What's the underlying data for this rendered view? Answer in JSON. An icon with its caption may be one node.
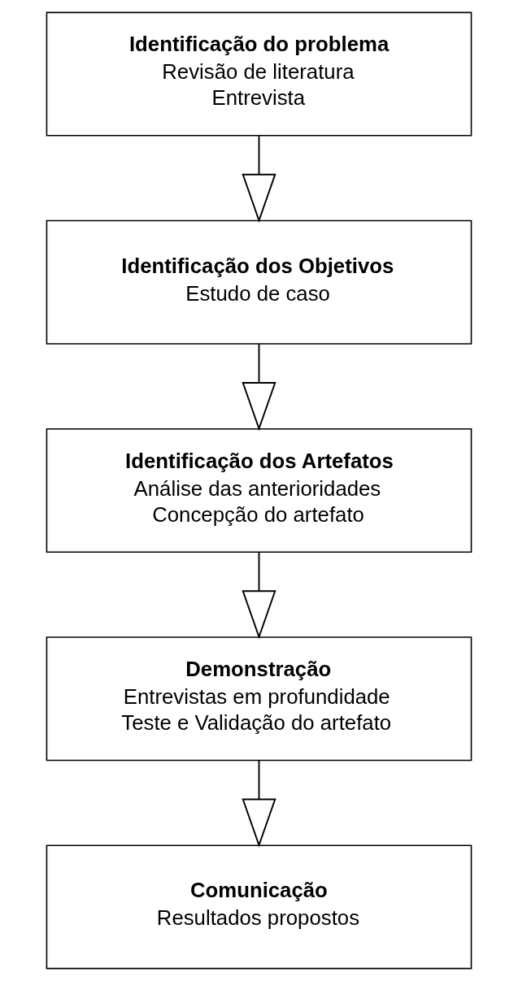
{
  "diagram": {
    "nodes": [
      {
        "text": [
          "Identificação do problema",
          "Revisão de literatura",
          "Entrevista"
        ]
      },
      {
        "text": [
          "Identificação dos Objetivos",
          "Estudo de caso"
        ]
      },
      {
        "text": [
          "Identificação dos Artefatos",
          "Análise das anterioridades",
          "Concepção do artefato"
        ]
      },
      {
        "text": [
          "Demonstração",
          "Entrevistas em profundidade",
          "Teste e Validação do artefato"
        ]
      },
      {
        "text": [
          "Comunicação",
          "Resultados propostos"
        ]
      }
    ],
    "edges": [
      {
        "from": 0,
        "to": 1,
        "arrow": "to"
      },
      {
        "from": 1,
        "to": 2,
        "arrow": "to"
      },
      {
        "from": 2,
        "to": 3,
        "arrow": "to"
      },
      {
        "from": 3,
        "to": 4,
        "arrow": "to"
      }
    ]
  }
}
